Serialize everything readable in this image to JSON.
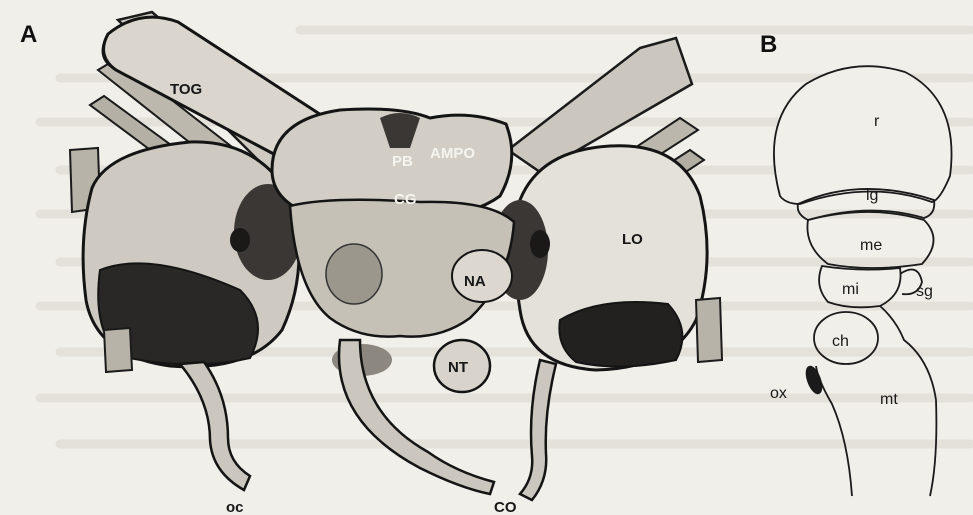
{
  "panel_a": {
    "letter": "A",
    "labels": {
      "tog": "TOG",
      "ampo": "AMPO",
      "pb": "PB",
      "cg": "CG",
      "lo": "LO",
      "na": "NA",
      "nt": "NT",
      "oc": "oc",
      "co": "CO"
    }
  },
  "panel_b": {
    "letter": "B",
    "labels": {
      "r": "r",
      "lg": "lg",
      "me": "me",
      "mi": "mi",
      "sg": "sg",
      "ch": "ch",
      "ox": "ox",
      "mt": "mt"
    }
  }
}
